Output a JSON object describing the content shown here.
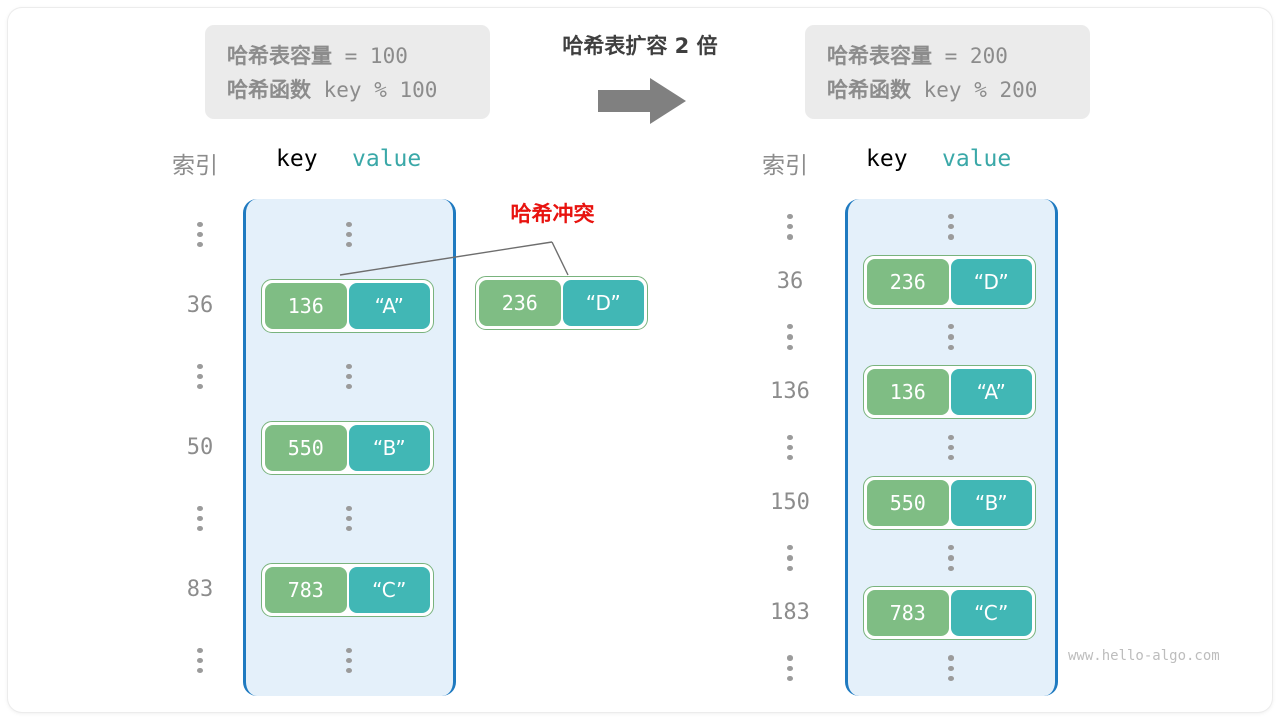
{
  "diagram": {
    "transform_title": "哈希表扩容 2 倍",
    "arrow_icon": "right-block-arrow-icon",
    "watermark": "www.hello-algo.com",
    "collision_label": "哈希冲突",
    "colors": {
      "key_cell": "#7fbd84",
      "value_cell": "#41b7b5",
      "pair_border": "#79b37d",
      "bucket_fill": "#e4f0fa",
      "bucket_border": "#1f7ac0",
      "infobox_bg": "#ebebeb",
      "muted_text": "#8c8c8c",
      "collision_red": "#e8130f",
      "arrow_gray": "#808080",
      "header_key": "#4a9e5c",
      "header_value": "#3aa8a8"
    }
  },
  "before": {
    "info": {
      "capacity_label": "哈希表容量",
      "capacity_value": " = 100",
      "function_label": "哈希函数",
      "function_value": " key % 100"
    },
    "headers": {
      "index": "索引",
      "key": "key",
      "value": "value"
    },
    "rows": [
      {
        "index": "⋮",
        "type": "ellipsis"
      },
      {
        "index": "36",
        "type": "entry",
        "key": "136",
        "value": "“A”"
      },
      {
        "index": "⋮",
        "type": "ellipsis"
      },
      {
        "index": "50",
        "type": "entry",
        "key": "550",
        "value": "“B”"
      },
      {
        "index": "⋮",
        "type": "ellipsis"
      },
      {
        "index": "83",
        "type": "entry",
        "key": "783",
        "value": "“C”"
      },
      {
        "index": "⋮",
        "type": "ellipsis"
      }
    ],
    "colliding_entry": {
      "key": "236",
      "value": "“D”"
    }
  },
  "after": {
    "info": {
      "capacity_label": "哈希表容量",
      "capacity_value": " = 200",
      "function_label": "哈希函数",
      "function_value": " key % 200"
    },
    "headers": {
      "index": "索引",
      "key": "key",
      "value": "value"
    },
    "rows": [
      {
        "index": "⋮",
        "type": "ellipsis"
      },
      {
        "index": "36",
        "type": "entry",
        "key": "236",
        "value": "“D”"
      },
      {
        "index": "⋮",
        "type": "ellipsis"
      },
      {
        "index": "136",
        "type": "entry",
        "key": "136",
        "value": "“A”"
      },
      {
        "index": "⋮",
        "type": "ellipsis"
      },
      {
        "index": "150",
        "type": "entry",
        "key": "550",
        "value": "“B”"
      },
      {
        "index": "⋮",
        "type": "ellipsis"
      },
      {
        "index": "183",
        "type": "entry",
        "key": "783",
        "value": "“C”"
      },
      {
        "index": "⋮",
        "type": "ellipsis"
      }
    ]
  }
}
